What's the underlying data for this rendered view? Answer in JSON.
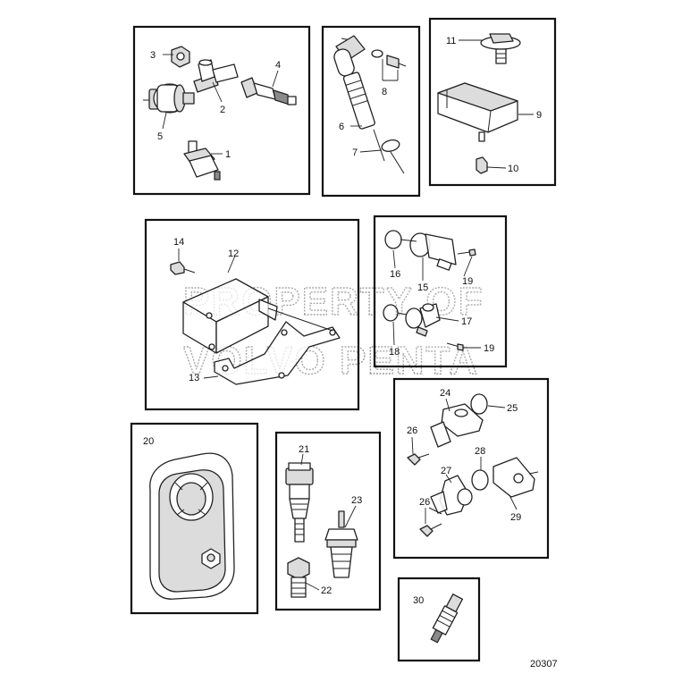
{
  "watermark": {
    "line1": "PROPERTY OF",
    "line2": "VOLVO PENTA"
  },
  "reference_number": "20307",
  "callouts": {
    "c1": "1",
    "c2": "2",
    "c3": "3",
    "c4": "4",
    "c5": "5",
    "c6": "6",
    "c7": "7",
    "c8": "8",
    "c9": "9",
    "c10": "10",
    "c11": "11",
    "c12": "12",
    "c13": "13",
    "c14": "14",
    "c15": "15",
    "c16": "16",
    "c17": "17",
    "c18": "18",
    "c19a": "19",
    "c19b": "19",
    "c20": "20",
    "c21": "21",
    "c22": "22",
    "c23": "23",
    "c24": "24",
    "c25": "25",
    "c26a": "26",
    "c26b": "26",
    "c27": "27",
    "c28": "28",
    "c29": "29",
    "c30": "30"
  }
}
